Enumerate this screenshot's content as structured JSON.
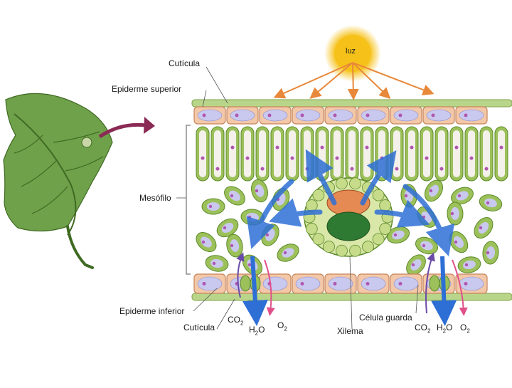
{
  "labels": {
    "luz": "luz",
    "cuticula_top": "Cutícula",
    "epiderme_superior": "Epiderme superior",
    "mesofilo": "Mesófilo",
    "epiderme_inferior": "Epiderme inferior",
    "cuticula_bottom": "Cutícula",
    "celula_guarda": "Célula guarda",
    "xilema": "Xilema"
  },
  "gases": {
    "co2_left": {
      "main": "CO",
      "sub": "2"
    },
    "h2o_left": {
      "main": "H",
      "sub": "2",
      "tail": "O"
    },
    "o2_left": {
      "main": "O",
      "sub": "2"
    },
    "co2_right": {
      "main": "CO",
      "sub": "2"
    },
    "h2o_right": {
      "main": "H",
      "sub": "2",
      "tail": "O"
    },
    "o2_right": {
      "main": "O",
      "sub": "2"
    }
  },
  "colors": {
    "epidermis": "#f3c8a8",
    "epidermis_stroke": "#c8845a",
    "cuticle": "#b9d58a",
    "mesophyll": "#9cc05a",
    "mesophyll_stroke": "#5c8a2a",
    "vacuole": "#c9c9ef",
    "nucleus": "#b056b0",
    "leaf": "#6fa04a",
    "sun": "#f6c21a",
    "light_arrow": "#e8883a",
    "water_arrow": "#2e6fd6",
    "o2_arrow": "#e0508a",
    "co2_arrow": "#6a4aa8"
  }
}
